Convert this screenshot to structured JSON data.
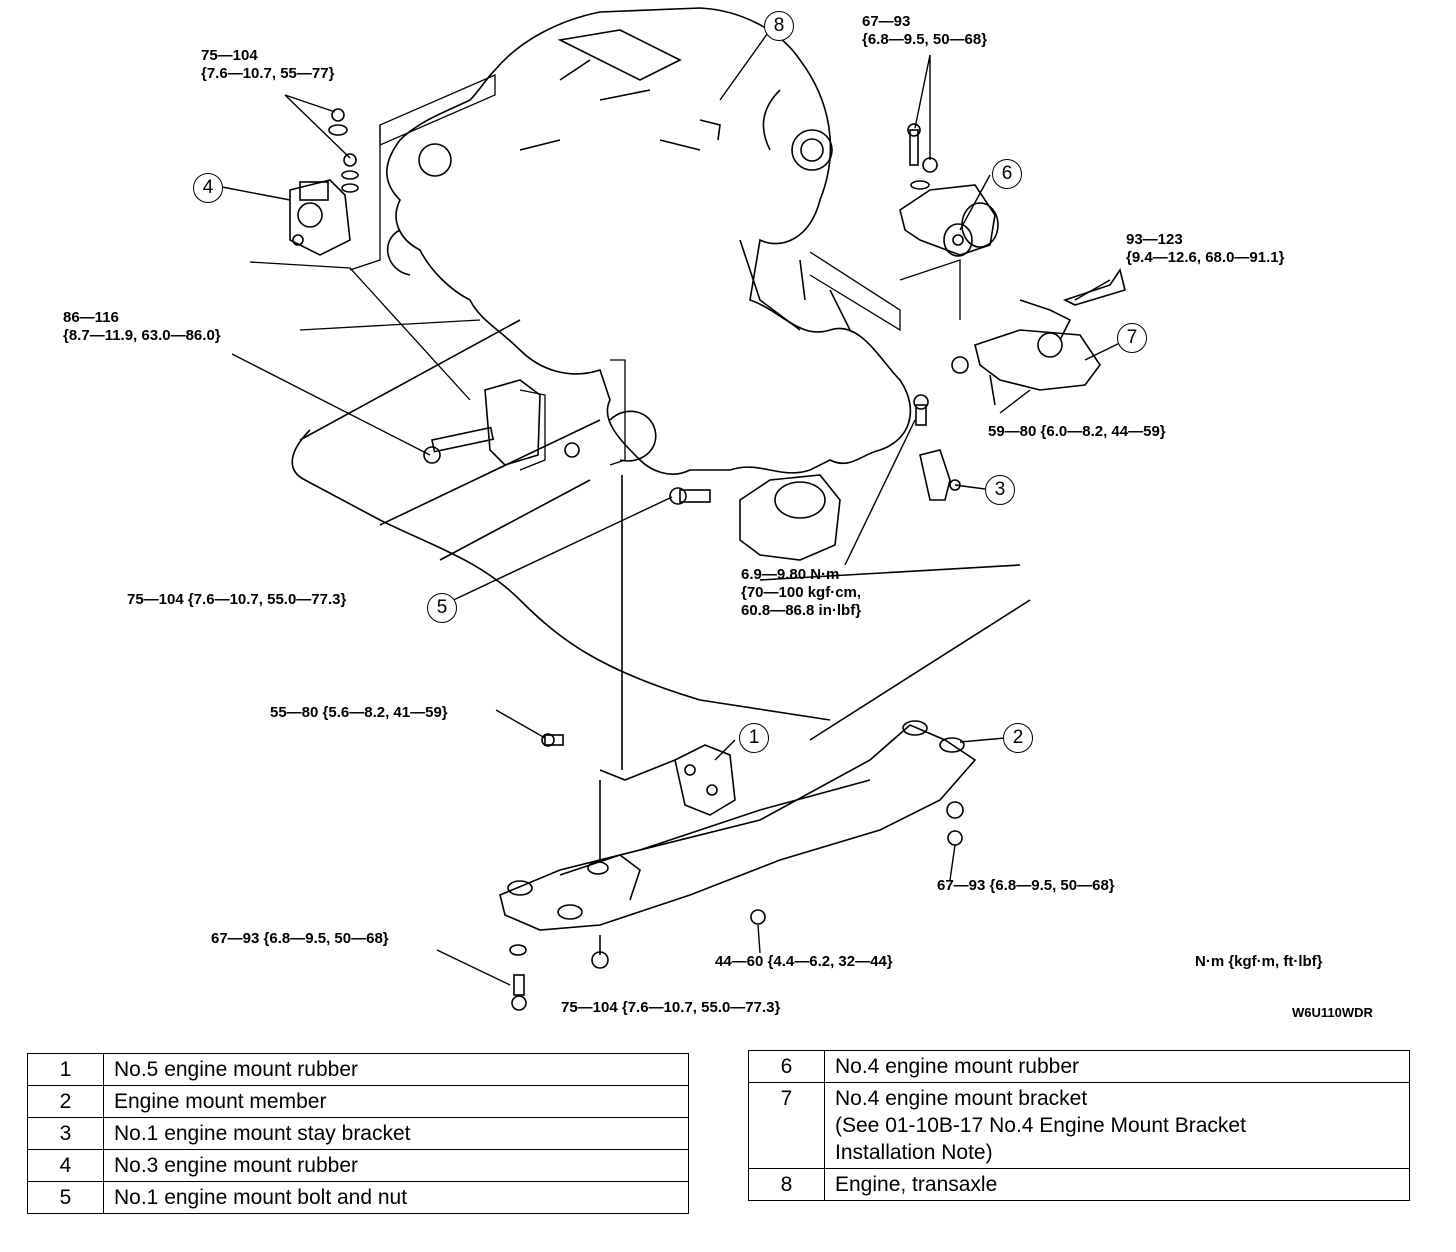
{
  "callouts": [
    "1",
    "2",
    "3",
    "4",
    "5",
    "6",
    "7",
    "8"
  ],
  "torque_specs": {
    "t_mount4": "75—104\n{7.6—10.7, 55—77}",
    "t_mount6": "67—93\n{6.8—9.5, 50—68}",
    "t_bracket7_bolt": "93—123\n{9.4—12.6, 68.0—91.1}",
    "t_left_bolt": "86—116\n{8.7—11.9, 63.0—86.0}",
    "t_bracket7_nut": "59—80 {6.0—8.2, 44—59}",
    "t_stay_bolt": "6.9—9.80 N·m\n{70—100 kgf·cm,\n60.8—86.8 in·lbf}",
    "t_mount1_bolt": "75—104 {7.6—10.7, 55.0—77.3}",
    "t_member_top_bolt": "55—80 {5.6—8.2, 41—59}",
    "t_member_right": "67—93 {6.8—9.5, 50—68}",
    "t_member_left": "67—93 {6.8—9.5, 50—68}",
    "t_member_center": "44—60 {4.4—6.2, 32—44}",
    "t_member_front": "75—104 {7.6—10.7, 55.0—77.3}"
  },
  "units_note": "N·m {kgf·m, ft·lbf}",
  "figure_code": "W6U110WDR",
  "legend_left": [
    {
      "num": "1",
      "label": "No.5 engine mount rubber"
    },
    {
      "num": "2",
      "label": "Engine mount member"
    },
    {
      "num": "3",
      "label": "No.1 engine mount stay bracket"
    },
    {
      "num": "4",
      "label": "No.3 engine mount rubber"
    },
    {
      "num": "5",
      "label": "No.1 engine mount bolt and nut"
    }
  ],
  "legend_right": [
    {
      "num": "6",
      "label": "No.4 engine mount rubber"
    },
    {
      "num": "7",
      "label": "No.4 engine mount bracket\n(See 01-10B-17 No.4 Engine Mount Bracket\nInstallation Note)"
    },
    {
      "num": "8",
      "label": "Engine, transaxle"
    }
  ]
}
